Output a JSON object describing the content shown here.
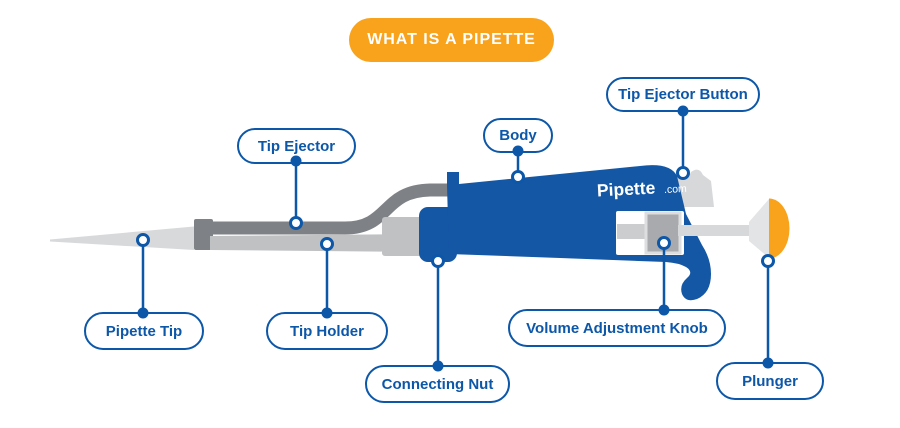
{
  "title": {
    "text": "WHAT IS A PIPETTE"
  },
  "brand": {
    "name": "Pipette",
    "tld": ".com"
  },
  "labels": {
    "tip_ejector": "Tip Ejector",
    "body": "Body",
    "tip_ejector_button": "Tip Ejector Button",
    "pipette_tip": "Pipette Tip",
    "tip_holder": "Tip Holder",
    "connecting_nut": "Connecting Nut",
    "volume_adjustment_knob": "Volume Adjustment Knob",
    "plunger": "Plunger"
  },
  "colors": {
    "accent_blue": "#1457A5",
    "label_blue": "#0D57A8",
    "accent_orange": "#F9A21B",
    "gray_dark": "#7E8185",
    "gray_shaft": "#BFC1C3",
    "gray_tip": "#D7D9DB",
    "gray_knob": "#A8AAAD",
    "gray_plunger_head": "#E3E4E5",
    "white": "#FFFFFF"
  }
}
